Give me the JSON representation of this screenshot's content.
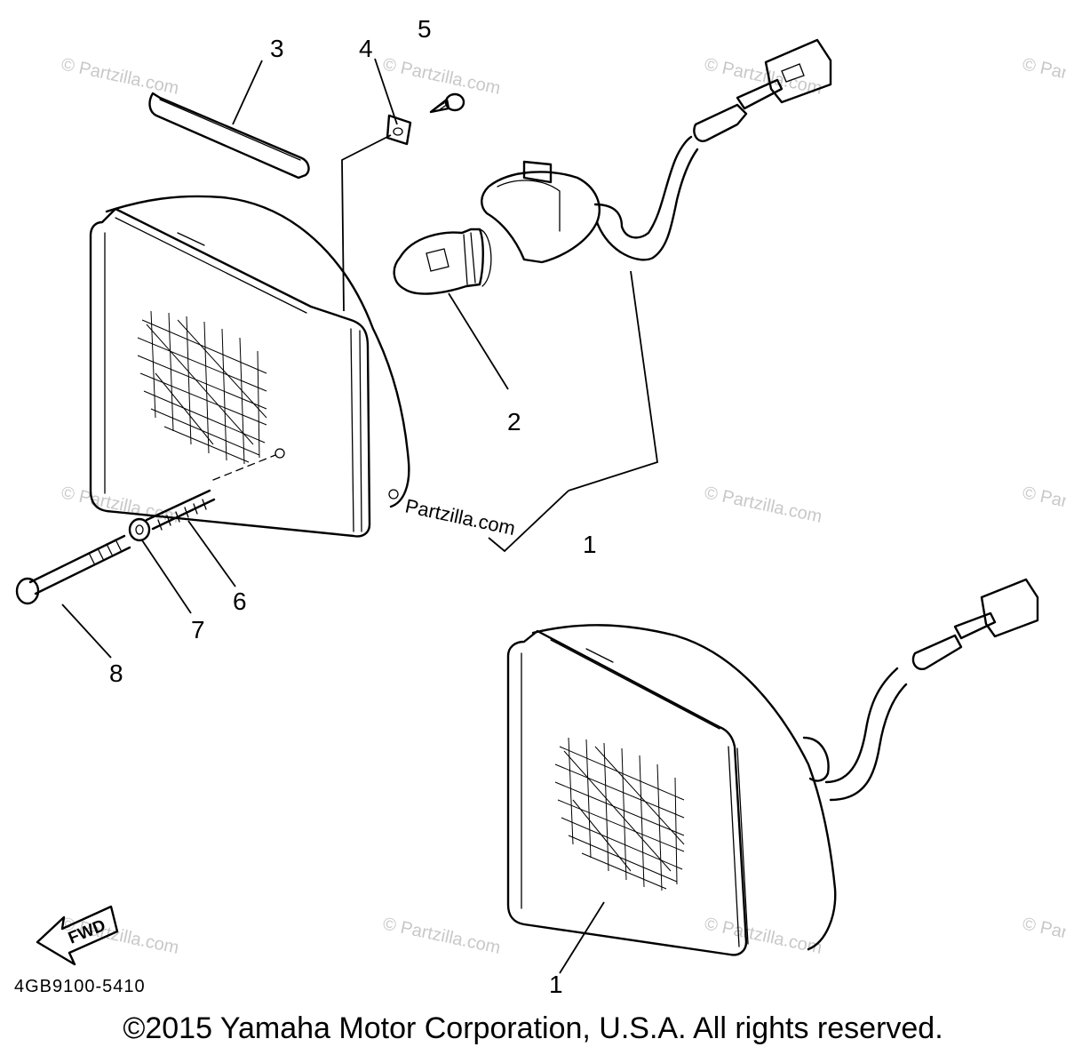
{
  "callouts": {
    "c1a": "1",
    "c1b": "1",
    "c2": "2",
    "c3": "3",
    "c4": "4",
    "c5": "5",
    "c6": "6",
    "c7": "7",
    "c8": "8"
  },
  "watermark": {
    "text": "© Partzilla.com",
    "inline": "Partzilla.com"
  },
  "fwd_label": "FWD",
  "part_code": "4GB9100-5410",
  "copyright": "©2015 Yamaha Motor Corporation, U.S.A. All rights reserved."
}
